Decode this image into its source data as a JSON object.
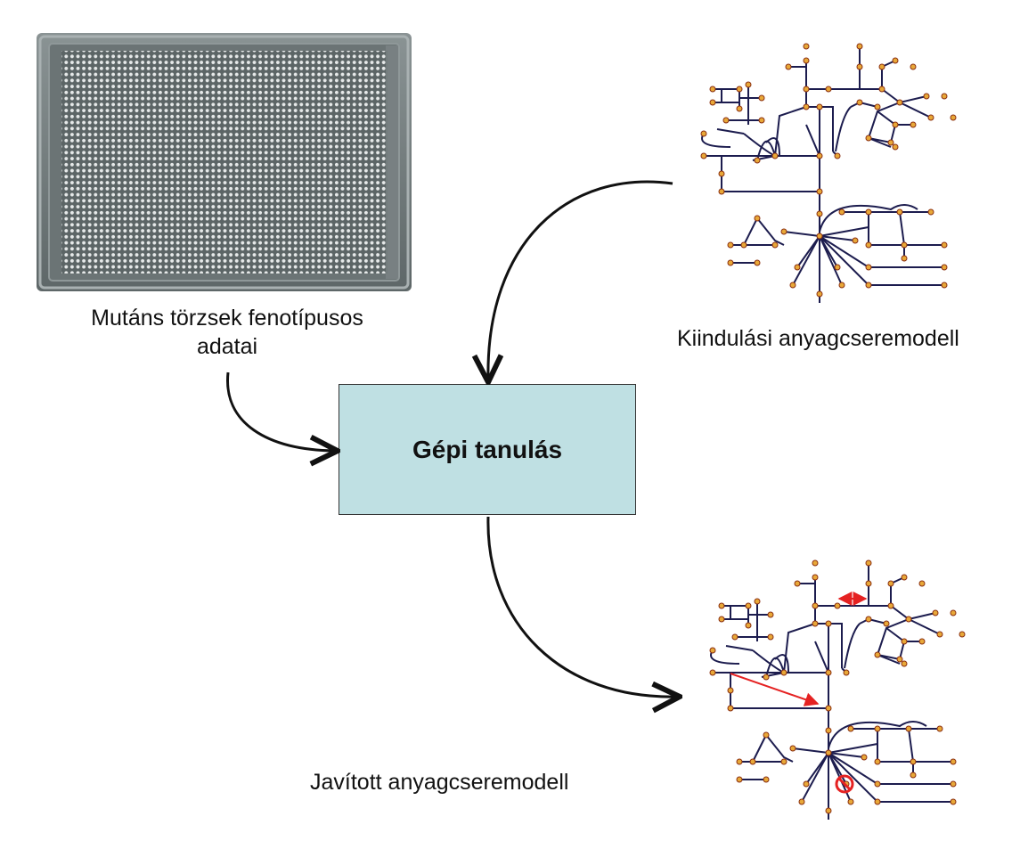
{
  "plate": {
    "caption": "Mutáns törzsek fenotípusos\nadatai"
  },
  "center": {
    "label": "Gépi tanulás"
  },
  "initial_model": {
    "caption": "Kiindulási anyagcseremodell"
  },
  "improved_model": {
    "caption": "Javított anyagcseremodell"
  },
  "colors": {
    "box_fill": "#bfe0e3",
    "network_edge": "#1c1c4e",
    "network_node": "#e8a838",
    "network_node_stroke": "#8a2f10",
    "correction_red": "#e52222"
  }
}
